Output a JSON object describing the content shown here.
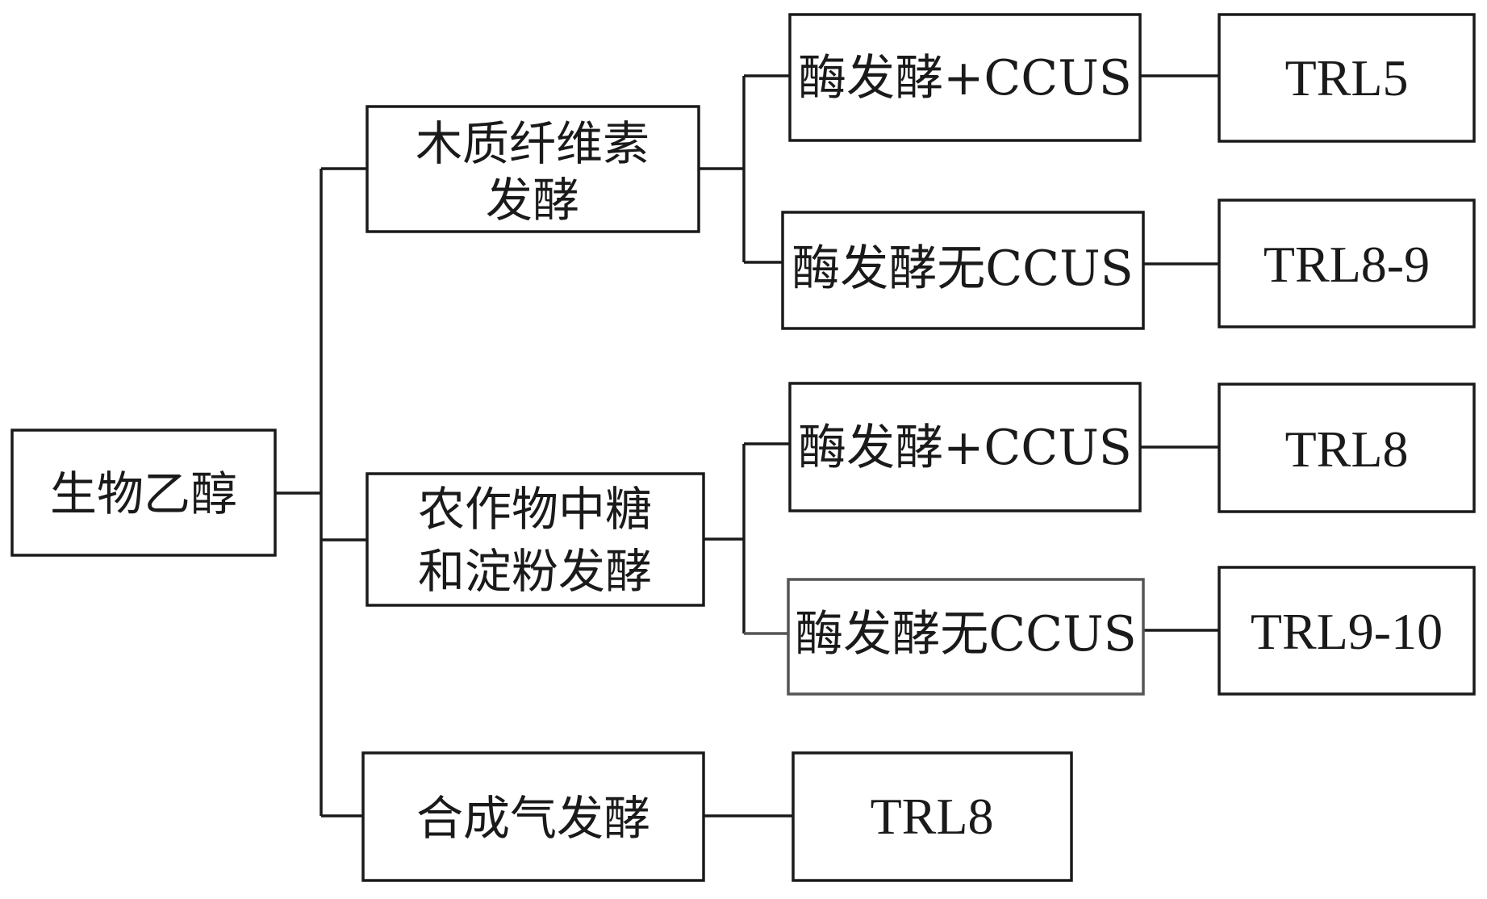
{
  "root": {
    "label": "生物乙醇"
  },
  "routes": [
    {
      "label_lines": [
        "木质纤维素",
        "发酵"
      ],
      "branches": [
        {
          "process": "酶发酵+CCUS",
          "trl": "TRL5"
        },
        {
          "process": "酶发酵无CCUS",
          "trl": "TRL8-9"
        }
      ]
    },
    {
      "label_lines": [
        "农作物中糖",
        "和淀粉发酵"
      ],
      "branches": [
        {
          "process": "酶发酵+CCUS",
          "trl": "TRL8"
        },
        {
          "process": "酶发酵无CCUS",
          "trl": "TRL9-10"
        }
      ]
    },
    {
      "label_lines": [
        "合成气发酵"
      ],
      "trl": "TRL8"
    }
  ],
  "colors": {
    "line": "#1a1a1a",
    "box_fill": "#ffffff",
    "background": "#ffffff"
  }
}
